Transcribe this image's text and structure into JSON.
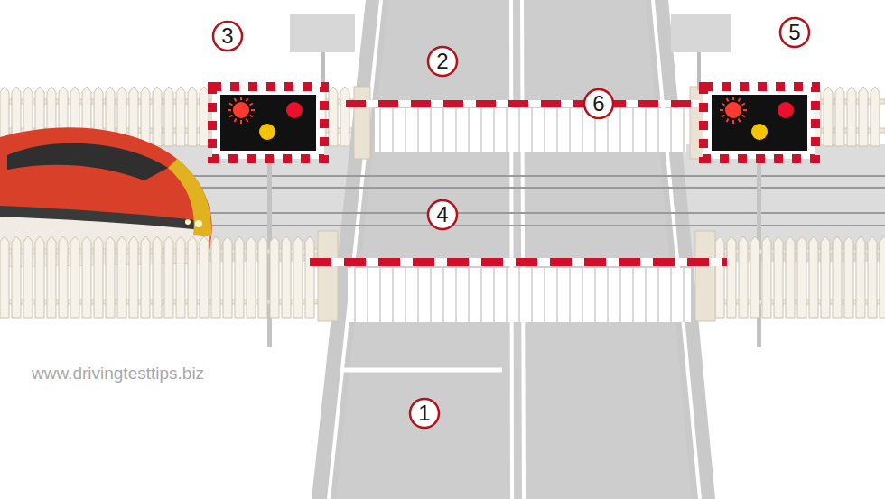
{
  "diagram": {
    "nodes": [
      {
        "text": [
          "3"
        ]
      },
      {
        "text": [
          "2"
        ]
      },
      {
        "text": [
          "5"
        ]
      },
      {
        "text": [
          "6"
        ]
      },
      {
        "text": [
          "4"
        ]
      },
      {
        "text": [
          "1"
        ]
      }
    ],
    "edges": [],
    "labels": [
      "www.drivingtesttips.biz"
    ]
  }
}
